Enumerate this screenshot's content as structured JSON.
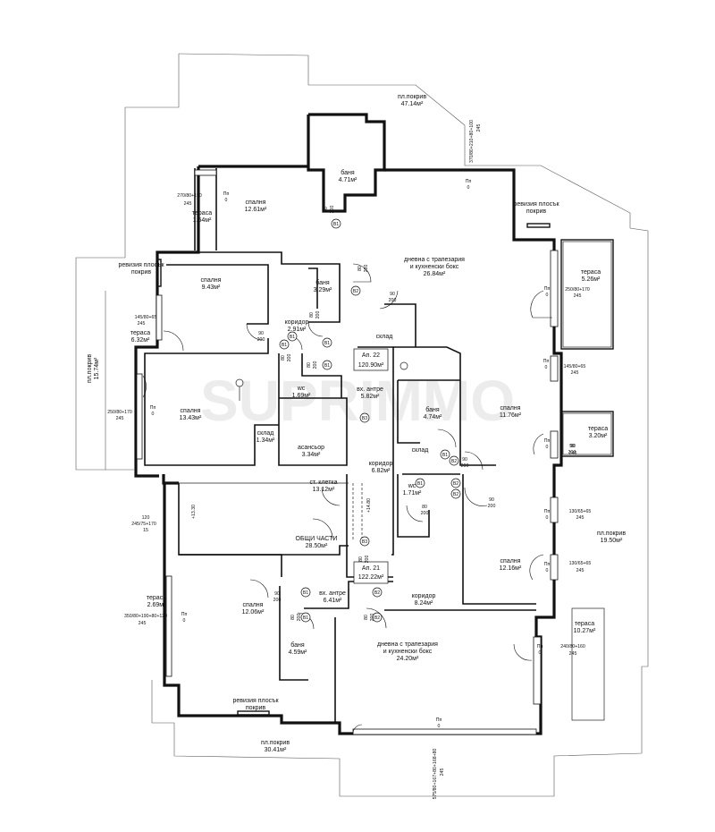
{
  "watermark": "SUPRIMMO",
  "apartment_tags": [
    {
      "id": "ap22",
      "name": "Ап. 22",
      "area": "120.90м²"
    },
    {
      "id": "ap21",
      "name": "Ап. 21",
      "area": "122.22м²"
    }
  ],
  "rooms": [
    {
      "id": "roof-top",
      "name": "пл.покрив",
      "area": "47.14м²"
    },
    {
      "id": "bath-top",
      "name": "баня",
      "area": "4.71м²"
    },
    {
      "id": "bed-top",
      "name": "спалня",
      "area": "12.61м²"
    },
    {
      "id": "terrace-small",
      "name": "тераса",
      "area": "1.64м²"
    },
    {
      "id": "revision-top",
      "name": "ревизия плосък покрив",
      "area": ""
    },
    {
      "id": "living-22",
      "name": "дневна с трапезария и кухненски бокс",
      "area": "26.84м²"
    },
    {
      "id": "revision-left",
      "name": "ревизия плосък покрив",
      "area": ""
    },
    {
      "id": "bed-943",
      "name": "спалня",
      "area": "9.43м²"
    },
    {
      "id": "bath-329",
      "name": "баня",
      "area": "3.29м²"
    },
    {
      "id": "terrace-526",
      "name": "тераса",
      "area": "5.26м²"
    },
    {
      "id": "corridor-291",
      "name": "коридор",
      "area": "2.91м²"
    },
    {
      "id": "terrace-632",
      "name": "тераса",
      "area": "6.32м²"
    },
    {
      "id": "storage-top",
      "name": "склад",
      "area": ""
    },
    {
      "id": "wc-169",
      "name": "wc",
      "area": "1.69м²"
    },
    {
      "id": "entry-582",
      "name": "вх. антре",
      "area": "5.82м²"
    },
    {
      "id": "roof-left",
      "name": "пл.покрив",
      "area": "15.74м²"
    },
    {
      "id": "bed-1343",
      "name": "спалня",
      "area": "13.43м²"
    },
    {
      "id": "bath-474",
      "name": "баня",
      "area": "4.74м²"
    },
    {
      "id": "bed-1176",
      "name": "спалня",
      "area": "11.76м²"
    },
    {
      "id": "storage-134",
      "name": "склад",
      "area": "1.34м²"
    },
    {
      "id": "terrace-320",
      "name": "тераса",
      "area": "3.20м²"
    },
    {
      "id": "elevator",
      "name": "асансьор",
      "area": "3.34м²"
    },
    {
      "id": "storage-mid",
      "name": "склад",
      "area": ""
    },
    {
      "id": "corridor-682",
      "name": "коридор",
      "area": "6.82м²"
    },
    {
      "id": "stairs",
      "name": "ст. клетка",
      "area": "13.12м²"
    },
    {
      "id": "wc-171",
      "name": "wc",
      "area": "1.71м²"
    },
    {
      "id": "common",
      "name": "ОБЩИ ЧАСТИ",
      "area": "28.50м²"
    },
    {
      "id": "roof-right",
      "name": "пл.покрив",
      "area": "19.50м²"
    },
    {
      "id": "bed-1216",
      "name": "спалня",
      "area": "12.16м²"
    },
    {
      "id": "terrace-269",
      "name": "тераса",
      "area": "2.69м²"
    },
    {
      "id": "bed-1206",
      "name": "спалня",
      "area": "12.06м²"
    },
    {
      "id": "entry-641",
      "name": "вх. антре",
      "area": "6.41м²"
    },
    {
      "id": "corridor-824",
      "name": "коридор",
      "area": "8.24м²"
    },
    {
      "id": "terrace-1027",
      "name": "тераса",
      "area": "10.27м²"
    },
    {
      "id": "bath-459",
      "name": "баня",
      "area": "4.59м²"
    },
    {
      "id": "living-21",
      "name": "дневна с трапезария и кухненски бокс",
      "area": "24.20м²"
    },
    {
      "id": "revision-bottom",
      "name": "ревизия плосък покрив",
      "area": ""
    },
    {
      "id": "roof-bottom",
      "name": "пл.покрив",
      "area": "30.41м²"
    }
  ],
  "dimensions": [
    "270/80+190",
    "245",
    "145/80+65",
    "245",
    "250/80+170",
    "245",
    "145/80+65",
    "245",
    "250/80+170",
    "245",
    "90",
    "245",
    "130/65+65",
    "245",
    "130/65+65",
    "245",
    "240/80+160",
    "245",
    "120",
    "245/75+170",
    "15",
    "350/80+190+80+120",
    "245",
    "370/80+210+80+100",
    "245",
    "575/80+167+80+168+80",
    "245",
    "+13.30",
    "+14.80"
  ],
  "sill_marks": [
    "Пп",
    "0"
  ],
  "door_sizes": [
    "80",
    "200",
    "90",
    "200"
  ],
  "door_types": [
    "B1",
    "B2",
    "B3"
  ]
}
